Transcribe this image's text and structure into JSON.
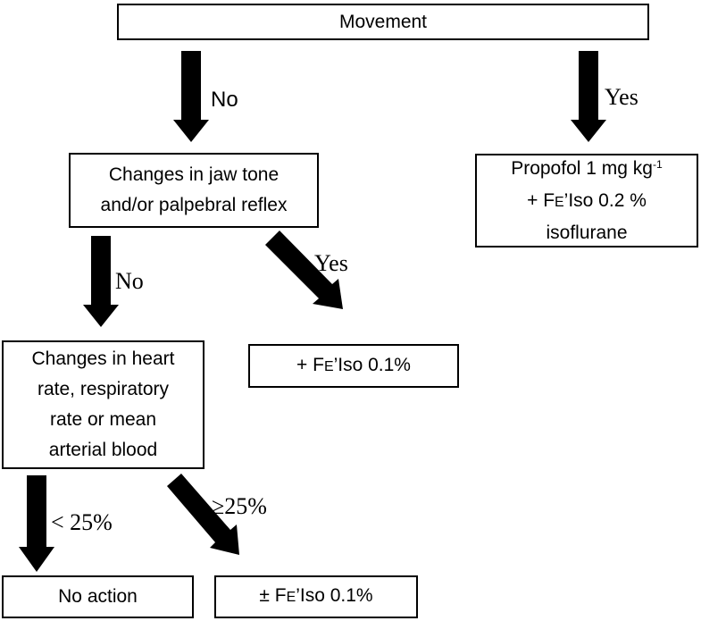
{
  "flowchart": {
    "colors": {
      "ink": "#000000",
      "background": "#ffffff"
    },
    "nodes": {
      "movement": {
        "lines": [
          [
            {
              "t": "Movement"
            }
          ]
        ]
      },
      "jaw": {
        "lines": [
          [
            {
              "t": "Changes in jaw tone"
            }
          ],
          [
            {
              "t": "and/or palpebral reflex"
            }
          ]
        ]
      },
      "propofol": {
        "lines": [
          [
            {
              "t": "Propofol 1 mg kg"
            },
            {
              "t": "-1",
              "sup": true
            }
          ],
          [
            {
              "t": "+ F"
            },
            {
              "t": "E",
              "sc": true
            },
            {
              "t": "’Iso 0.2 %"
            }
          ],
          [
            {
              "t": "isoflurane"
            }
          ]
        ]
      },
      "heart": {
        "lines": [
          [
            {
              "t": "Changes in heart"
            }
          ],
          [
            {
              "t": "rate, respiratory"
            }
          ],
          [
            {
              "t": "rate or mean"
            }
          ],
          [
            {
              "t": "arterial blood"
            }
          ]
        ]
      },
      "feiso01": {
        "lines": [
          [
            {
              "t": "+ F"
            },
            {
              "t": "E",
              "sc": true
            },
            {
              "t": "’Iso 0.1%"
            }
          ]
        ]
      },
      "no_action": {
        "lines": [
          [
            {
              "t": "No action"
            }
          ]
        ]
      },
      "pm_feiso01": {
        "lines": [
          [
            {
              "t": "± F"
            },
            {
              "t": "E",
              "sc": true
            },
            {
              "t": "’Iso 0.1%"
            }
          ]
        ]
      }
    },
    "labels": {
      "movement_no": "No",
      "movement_yes": "Yes",
      "jaw_no": "No",
      "jaw_yes": "Yes",
      "heart_lt25": "< 25%",
      "heart_ge25": "≥25%"
    }
  }
}
